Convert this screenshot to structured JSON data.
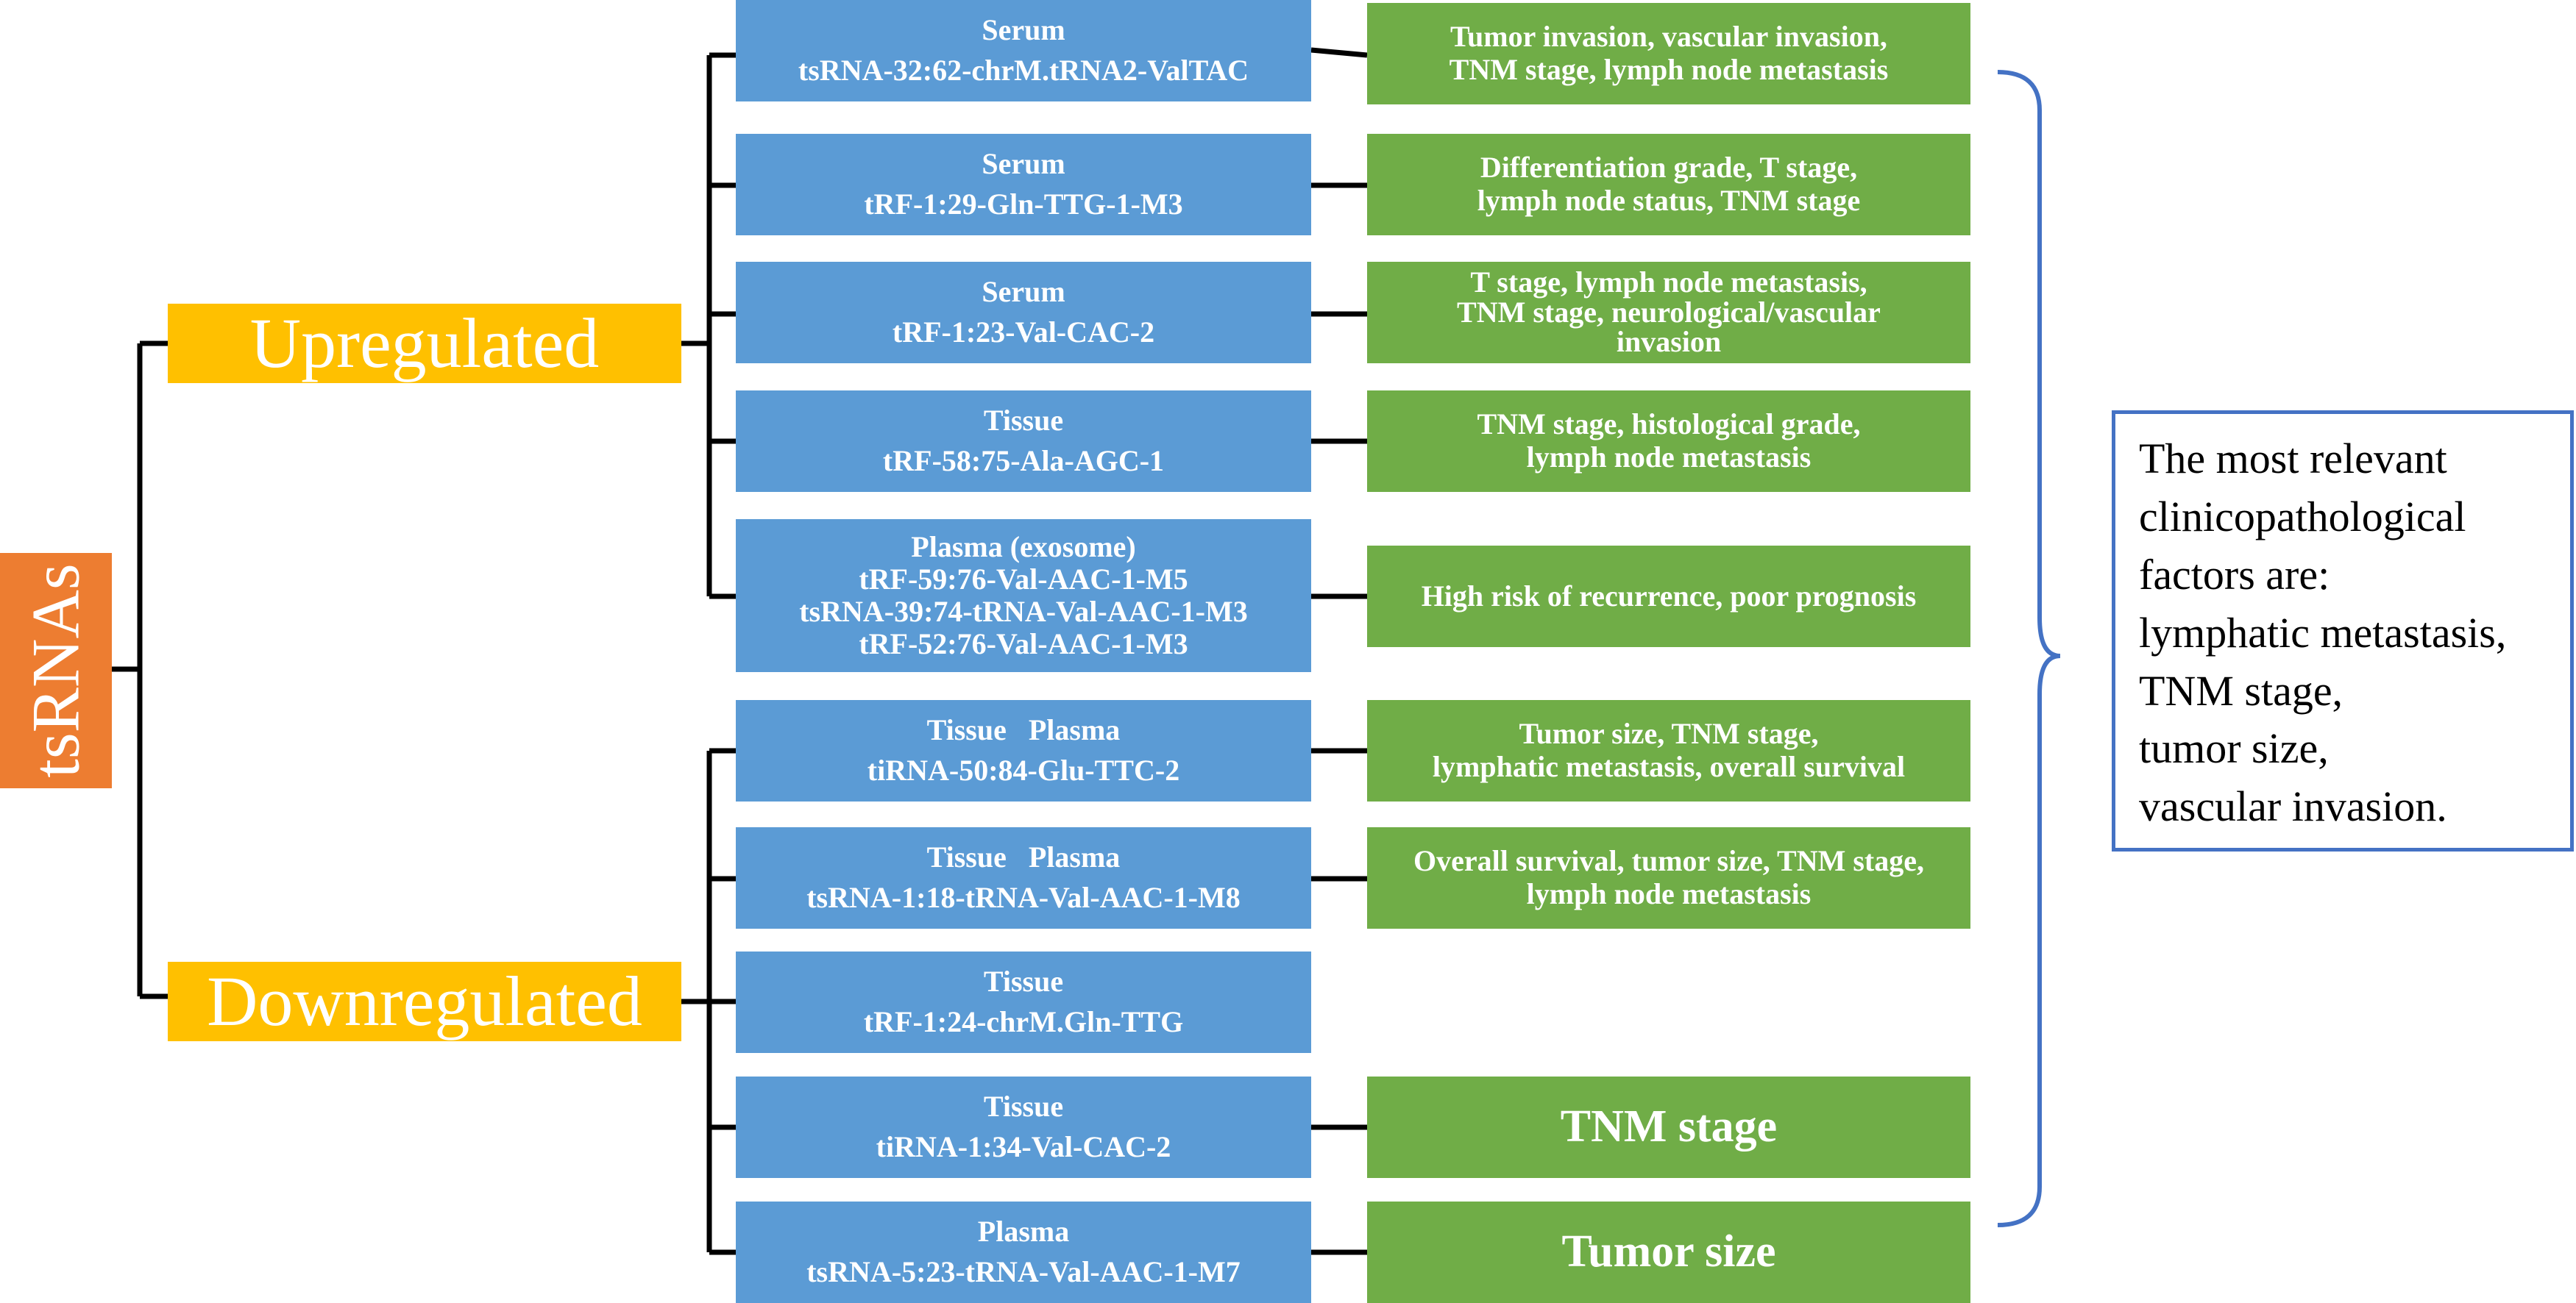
{
  "root_label": "tsRNAs",
  "groups": [
    {
      "label": "Upregulated",
      "items": [
        {
          "source": "Serum",
          "names": [
            "tsRNA-32:62-chrM.tRNA2-ValTAC"
          ],
          "factors": [
            "Tumor invasion, vascular invasion,",
            "TNM stage, lymph node metastasis"
          ]
        },
        {
          "source": "Serum",
          "names": [
            "tRF-1:29-Gln-TTG-1-M3"
          ],
          "factors": [
            "Differentiation grade, T stage,",
            "lymph node status, TNM stage"
          ]
        },
        {
          "source": "Serum",
          "names": [
            "tRF-1:23-Val-CAC-2"
          ],
          "factors": [
            "T stage, lymph node metastasis,",
            "TNM stage, neurological/vascular",
            "invasion"
          ]
        },
        {
          "source": "Tissue",
          "names": [
            "tRF-58:75-Ala-AGC-1"
          ],
          "factors": [
            "TNM stage, histological grade,",
            "lymph node metastasis"
          ]
        },
        {
          "source": "Plasma (exosome)",
          "names": [
            "tRF-59:76-Val-AAC-1-M5",
            "tsRNA-39:74-tRNA-Val-AAC-1-M3",
            "tRF-52:76-Val-AAC-1-M3"
          ],
          "factors": [
            "High risk of recurrence, poor prognosis"
          ]
        }
      ]
    },
    {
      "label": "Downregulated",
      "items": [
        {
          "source": "Tissue   Plasma",
          "names": [
            "tiRNA-50:84-Glu-TTC-2"
          ],
          "factors": [
            "Tumor size, TNM stage,",
            "lymphatic metastasis, overall survival"
          ]
        },
        {
          "source": "Tissue   Plasma",
          "names": [
            "tsRNA-1:18-tRNA-Val-AAC-1-M8"
          ],
          "factors": [
            "Overall survival, tumor size, TNM stage,",
            "lymph node metastasis"
          ]
        },
        {
          "source": "Tissue",
          "names": [
            "tRF-1:24-chrM.Gln-TTG"
          ],
          "factors": []
        },
        {
          "source": "Tissue",
          "names": [
            "tiRNA-1:34-Val-CAC-2"
          ],
          "factors": [
            "TNM stage"
          ]
        },
        {
          "source": "Plasma",
          "names": [
            "tsRNA-5:23-tRNA-Val-AAC-1-M7"
          ],
          "factors": [
            "Tumor size"
          ]
        }
      ]
    }
  ],
  "summary_lines": [
    "The most relevant",
    "clinicopathological",
    "factors are:",
    "lymphatic metastasis,",
    "TNM stage,",
    "tumor size,",
    "vascular invasion."
  ],
  "colors": {
    "root": "#ed7d31",
    "category": "#ffc000",
    "tsrna_box": "#5b9bd5",
    "factor_box": "#70ad47",
    "summary_border": "#4472c4",
    "connector": "#000000"
  }
}
